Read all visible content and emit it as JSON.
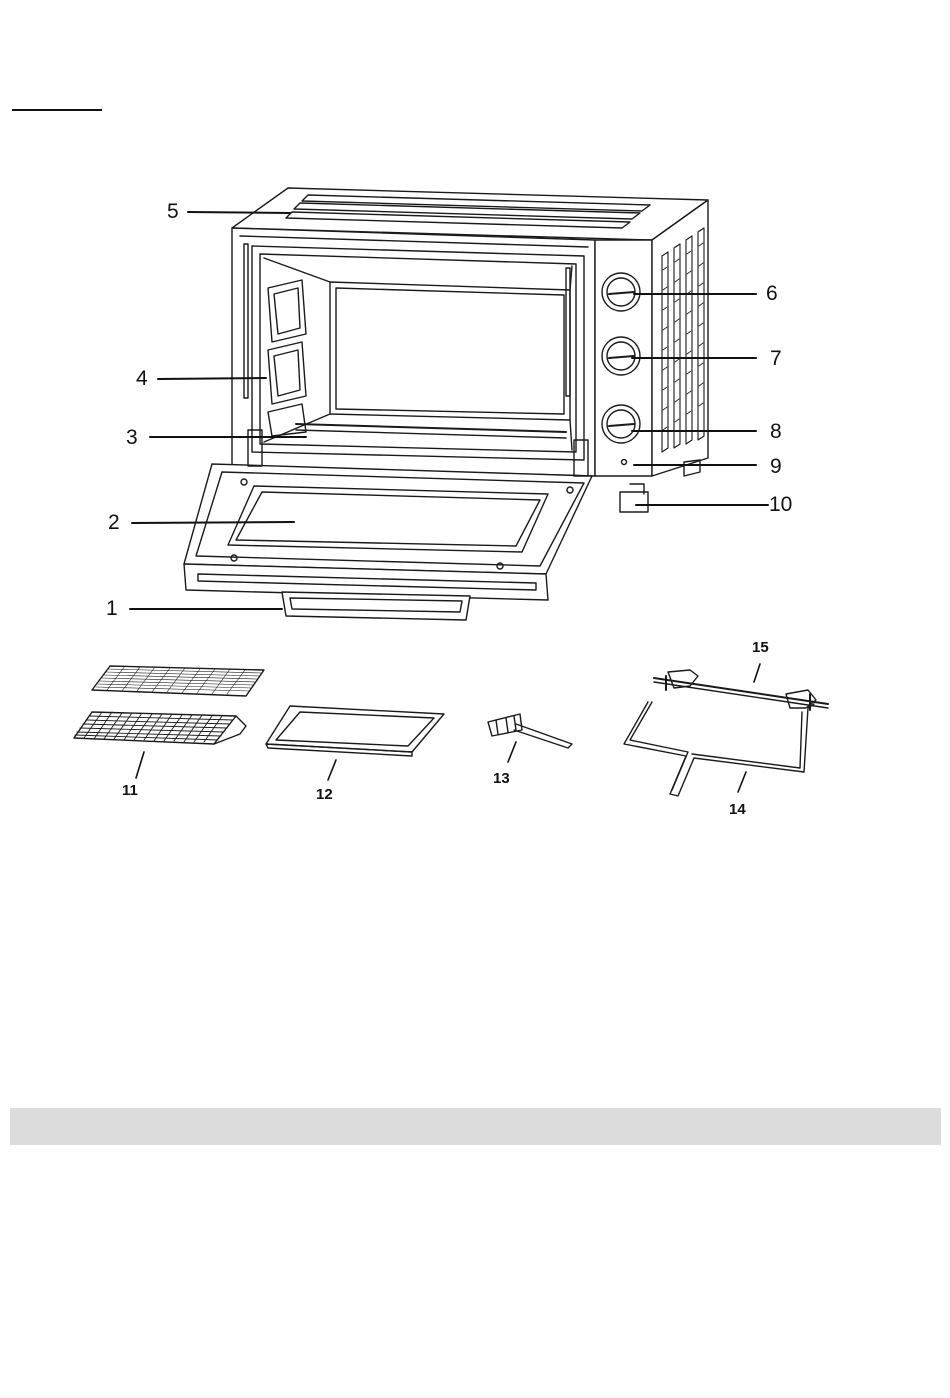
{
  "callouts": {
    "c1": "1",
    "c2": "2",
    "c3": "3",
    "c4": "4",
    "c5": "5",
    "c6": "6",
    "c7": "7",
    "c8": "8",
    "c9": "9",
    "c10": "10",
    "c11": "11",
    "c12": "12",
    "c13": "13",
    "c14": "14",
    "c15": "15"
  },
  "colors": {
    "line": "#1a1a1a",
    "band": "#dcdcdc"
  }
}
